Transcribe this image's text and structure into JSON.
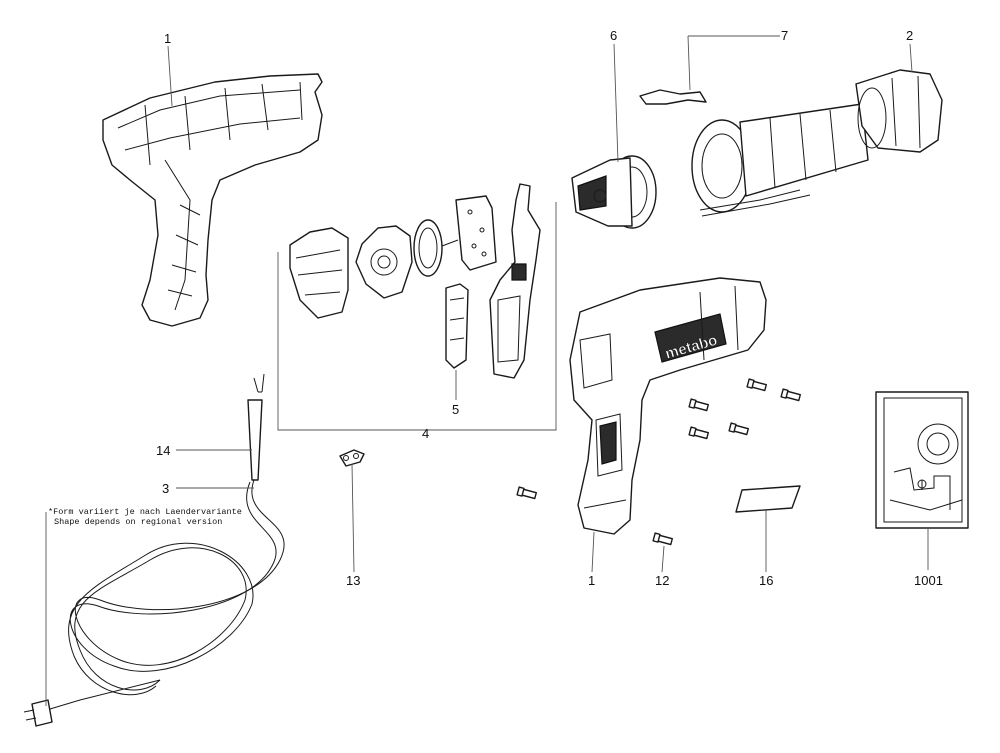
{
  "labels": {
    "housing_top": "1",
    "housing_bottom": "1",
    "fan_housing": "2",
    "power_cord": "3",
    "electronics_group": "4",
    "switch": "5",
    "motor": "6",
    "heating_element": "7",
    "screw": "12",
    "strain_relief": "13",
    "cable_sleeve": "14",
    "label_plate": "16",
    "circuit_diagram": "1001"
  },
  "brand": "metabo",
  "note": {
    "line1": "*Form variiert je nach Laendervariante",
    "line2": "Shape depends on regional version"
  }
}
